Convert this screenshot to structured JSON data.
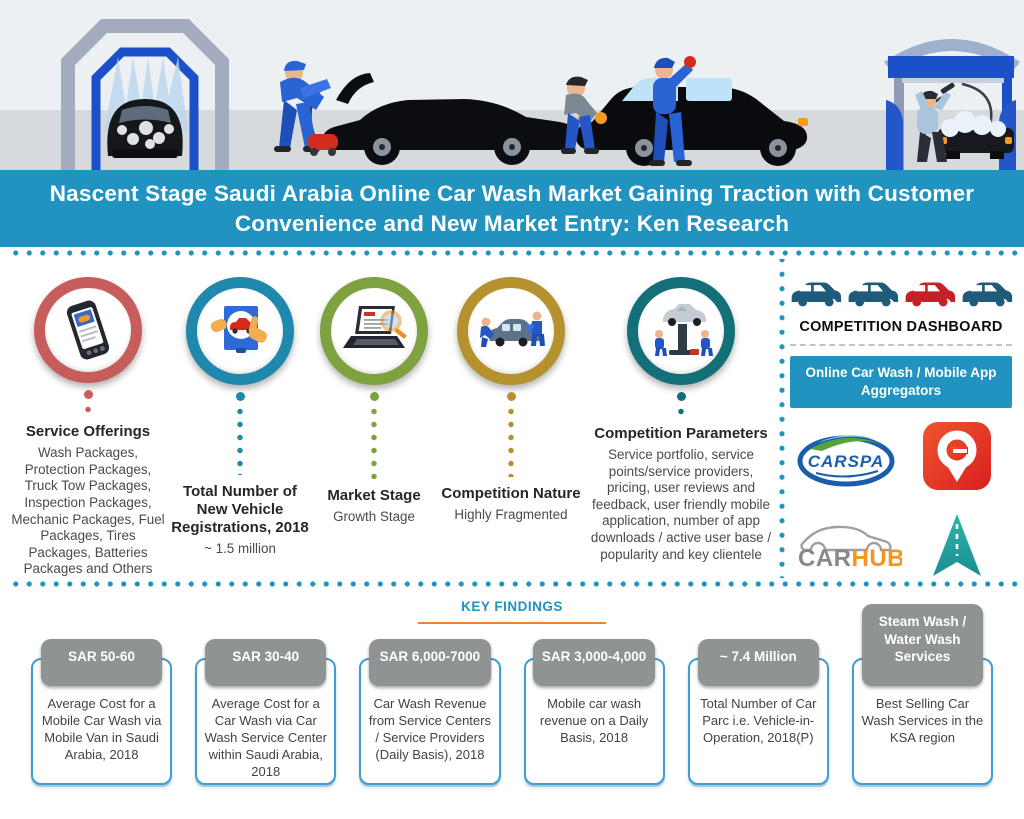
{
  "banner": {
    "title": "Nascent Stage Saudi Arabia Online Car Wash Market Gaining Traction with Customer Convenience and New Market Entry: Ken Research"
  },
  "features": [
    {
      "icon": "smartphone-app-icon",
      "ring_color": "#C75C5C",
      "title": "Service Offerings",
      "description": "Wash Packages, Protection Packages, Truck Tow Packages, Inspection Packages, Mechanic Packages, Fuel Packages, Tires Packages, Batteries Packages and Others"
    },
    {
      "icon": "vehicle-registration-icon",
      "ring_color": "#1E89AC",
      "title": "Total Number of New Vehicle Registrations, 2018",
      "description": "~ 1.5 million"
    },
    {
      "icon": "market-analysis-icon",
      "ring_color": "#7DA23F",
      "title": "Market Stage",
      "description": "Growth Stage"
    },
    {
      "icon": "car-washing-team-icon",
      "ring_color": "#B6922E",
      "title": "Competition Nature",
      "description": "Highly Fragmented"
    },
    {
      "icon": "car-service-lift-icon",
      "ring_color": "#137078",
      "title": "Competition Parameters",
      "description": "Service portfolio, service points/service providers, pricing, user reviews and feedback, user friendly mobile application, number of app downloads / active user base / popularity and key clientele"
    }
  ],
  "dashboard": {
    "title": "COMPETITION DASHBOARD",
    "car_colors": [
      "#1E5A7A",
      "#1E5A7A",
      "#C42127",
      "#1E5A7A"
    ],
    "aggregators_box": "Online Car Wash / Mobile App Aggregators",
    "logos": [
      {
        "name": "carspa-logo",
        "label": "CARSPA"
      },
      {
        "name": "e-pin-app-logo"
      },
      {
        "name": "carhub-logo",
        "label_primary": "CAR",
        "label_secondary": "HUB"
      },
      {
        "name": "navigation-arrow-logo"
      }
    ]
  },
  "key_findings": {
    "heading": "KEY FINDINGS",
    "cards": [
      {
        "header": "SAR 50-60",
        "body": "Average Cost for a Mobile Car Wash via Mobile Van in Saudi Arabia, 2018"
      },
      {
        "header": "SAR 30-40",
        "body": "Average Cost for a Car Wash via Car Wash Service Center within Saudi Arabia, 2018"
      },
      {
        "header": "SAR 6,000-7000",
        "body": "Car Wash Revenue from Service Centers / Service Providers (Daily Basis), 2018"
      },
      {
        "header": "SAR 3,000-4,000",
        "body": "Mobile car wash revenue on a Daily Basis, 2018"
      },
      {
        "header": "~ 7.4 Million",
        "body": "Total Number of Car Parc i.e. Vehicle-in-Operation, 2018(P)"
      },
      {
        "header": "Steam Wash / Water Wash Services",
        "body": "Best Selling Car Wash Services in the KSA region"
      }
    ]
  },
  "colors": {
    "accent_blue": "#2193C1",
    "orange": "#E8873B",
    "card_header_grey": "#8F9394",
    "card_border_blue": "#3E9FD4",
    "banner_text": "#FFFFFF",
    "carhub_orange": "#F7941E",
    "carspa_blue": "#1A5DAD",
    "e_app_red": "#E8392F",
    "nav_arrow_teal": "#26A99A"
  }
}
